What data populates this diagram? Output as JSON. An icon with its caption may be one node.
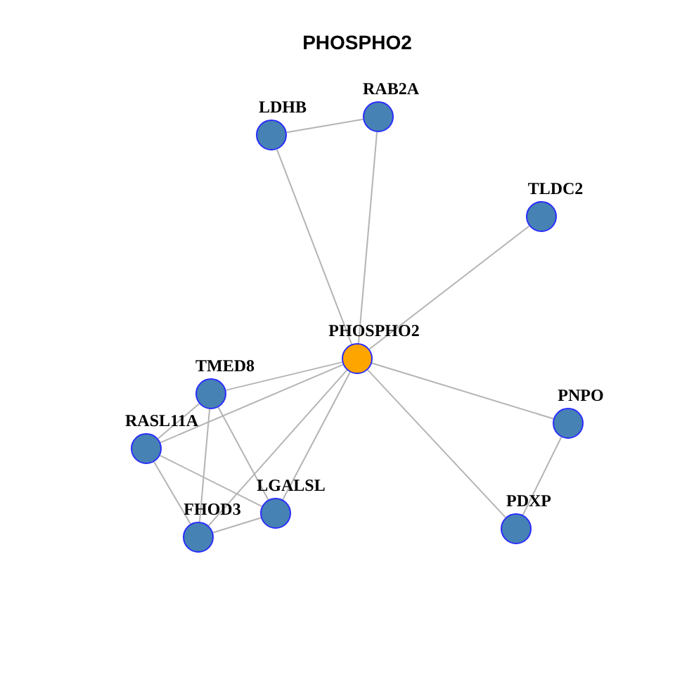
{
  "diagram": {
    "title": "PHOSPHO2",
    "nodes": [
      {
        "text": [
          "RAB2A"
        ]
      },
      {
        "text": [
          "LDHB"
        ]
      },
      {
        "text": [
          "TLDC2"
        ]
      },
      {
        "text": [
          "PHOSPHO2"
        ]
      },
      {
        "text": [
          "TMED8"
        ]
      },
      {
        "text": [
          "PNPO"
        ]
      },
      {
        "text": [
          "RASL11A"
        ]
      },
      {
        "text": [
          "LGALSL"
        ]
      },
      {
        "text": [
          "PDXP"
        ]
      },
      {
        "text": [
          "FHOD3"
        ]
      }
    ],
    "edges": [
      {
        "from": 1,
        "to": 0,
        "arrow": "none"
      },
      {
        "from": 1,
        "to": 3,
        "arrow": "none"
      },
      {
        "from": 0,
        "to": 3,
        "arrow": "none"
      },
      {
        "from": 2,
        "to": 3,
        "arrow": "none"
      },
      {
        "from": 3,
        "to": 4,
        "arrow": "none"
      },
      {
        "from": 3,
        "to": 6,
        "arrow": "none"
      },
      {
        "from": 3,
        "to": 9,
        "arrow": "none"
      },
      {
        "from": 3,
        "to": 7,
        "arrow": "none"
      },
      {
        "from": 3,
        "to": 5,
        "arrow": "none"
      },
      {
        "from": 3,
        "to": 8,
        "arrow": "none"
      },
      {
        "from": 5,
        "to": 8,
        "arrow": "none"
      },
      {
        "from": 4,
        "to": 6,
        "arrow": "none"
      },
      {
        "from": 4,
        "to": 9,
        "arrow": "none"
      },
      {
        "from": 4,
        "to": 7,
        "arrow": "none"
      },
      {
        "from": 6,
        "to": 9,
        "arrow": "none"
      },
      {
        "from": 6,
        "to": 7,
        "arrow": "none"
      },
      {
        "from": 9,
        "to": 7,
        "arrow": "none"
      }
    ]
  }
}
